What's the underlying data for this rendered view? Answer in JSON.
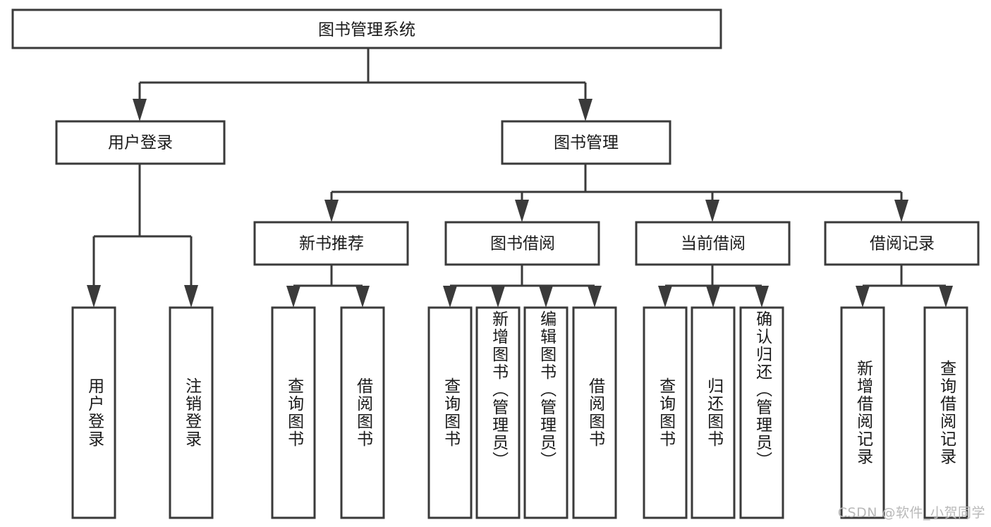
{
  "diagram": {
    "type": "tree-hierarchy-function-chart",
    "title_node": {
      "label": "图书管理系统"
    },
    "level2": [
      {
        "id": "user-login",
        "label": "用户登录"
      },
      {
        "id": "book-management",
        "label": "图书管理"
      }
    ],
    "level3": [
      {
        "id": "new-book-recommend",
        "label": "新书推荐",
        "parent": "book-management"
      },
      {
        "id": "book-borrow",
        "label": "图书借阅",
        "parent": "book-management"
      },
      {
        "id": "current-borrow",
        "label": "当前借阅",
        "parent": "book-management"
      },
      {
        "id": "borrow-record",
        "label": "借阅记录",
        "parent": "book-management"
      }
    ],
    "leaves": {
      "user-login": [
        {
          "id": "leaf-user-login",
          "label": "用户登录"
        },
        {
          "id": "leaf-logout-login",
          "label": "注销登录"
        }
      ],
      "new-book-recommend": [
        {
          "id": "leaf-query-book-1",
          "label": "查询图书"
        },
        {
          "id": "leaf-borrow-book-1",
          "label": "借阅图书"
        }
      ],
      "book-borrow": [
        {
          "id": "leaf-query-book-2",
          "label": "查询图书"
        },
        {
          "id": "leaf-add-book",
          "label": "新增图书（管理员）"
        },
        {
          "id": "leaf-edit-book",
          "label": "编辑图书（管理员）"
        },
        {
          "id": "leaf-borrow-book-2",
          "label": "借阅图书"
        }
      ],
      "current-borrow": [
        {
          "id": "leaf-query-book-3",
          "label": "查询图书"
        },
        {
          "id": "leaf-return-book",
          "label": "归还图书"
        },
        {
          "id": "leaf-confirm-return",
          "label": "确认归还（管理员）"
        }
      ],
      "borrow-record": [
        {
          "id": "leaf-add-record",
          "label": "新增借阅记录"
        },
        {
          "id": "leaf-query-record",
          "label": "查询借阅记录"
        }
      ]
    },
    "colors": {
      "box_stroke": "#3a3a3a",
      "box_fill": "#ffffff",
      "text": "#1a1a1a",
      "background": "#ffffff",
      "watermark": "#b9b9b9"
    }
  },
  "watermark": {
    "text": "CSDN @软件_小贺同学"
  }
}
